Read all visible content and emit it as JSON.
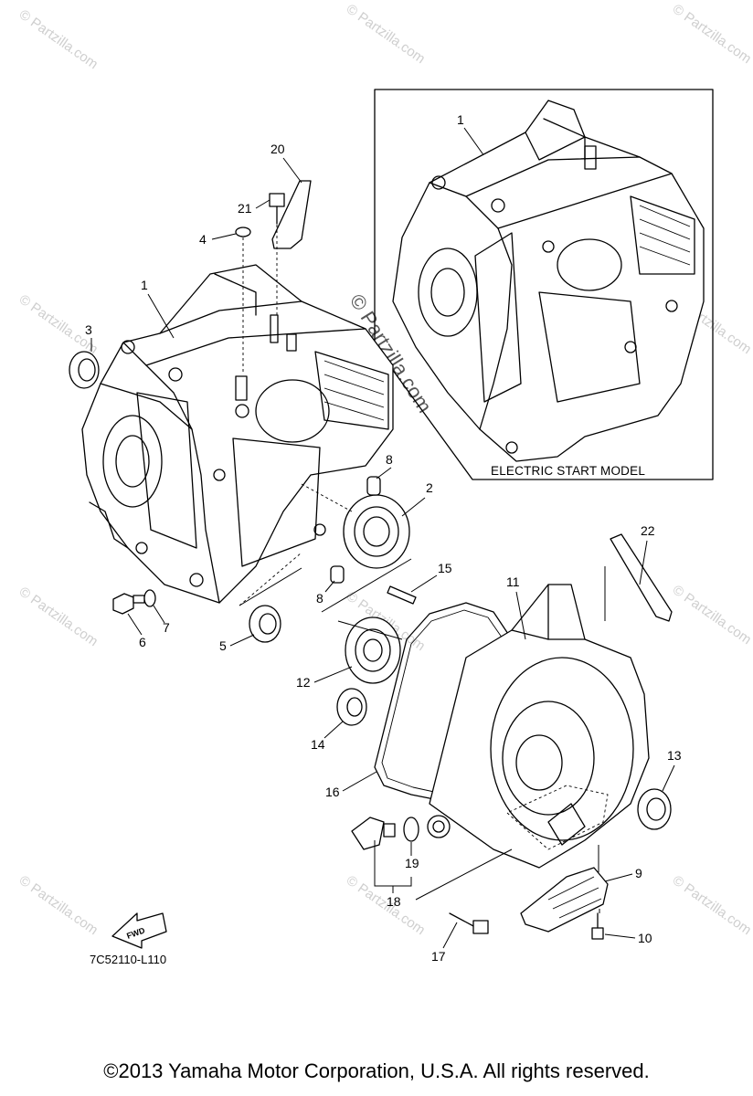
{
  "watermark": {
    "small": "© Partzilla.com",
    "large": "© Partzilla.com"
  },
  "inset": {
    "caption": "ELECTRIC START MODEL",
    "part_label": "1"
  },
  "callouts": {
    "c1": "1",
    "c2": "2",
    "c3": "3",
    "c4": "4",
    "c5": "5",
    "c6": "6",
    "c7": "7",
    "c8a": "8",
    "c8b": "8",
    "c9": "9",
    "c10": "10",
    "c11": "11",
    "c12": "12",
    "c13": "13",
    "c14": "14",
    "c15": "15",
    "c16": "16",
    "c17": "17",
    "c18": "18",
    "c19": "19",
    "c20": "20",
    "c21": "21",
    "c22": "22"
  },
  "fwd_label": "FWD",
  "diagram_code": "7C52110-L110",
  "copyright": "©2013  Yamaha Motor Corporation, U.S.A. All rights reserved."
}
